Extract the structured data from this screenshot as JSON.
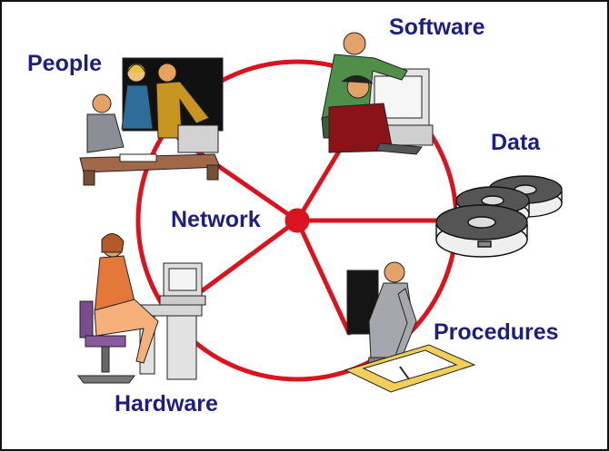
{
  "labels": {
    "people": "People",
    "software": "Software",
    "data": "Data",
    "network": "Network",
    "procedures": "Procedures",
    "hardware": "Hardware"
  },
  "colors": {
    "wheel": "#d9141e",
    "label_text": "#1d1f80",
    "border": "#111111"
  },
  "icons": {
    "people": "people-at-desk-clipart",
    "software": "two-men-at-computer-clipart",
    "data": "stacked-data-disks-clipart",
    "procedures": "man-writing-at-drafting-table-clipart",
    "hardware": "woman-at-computer-workstation-clipart"
  }
}
